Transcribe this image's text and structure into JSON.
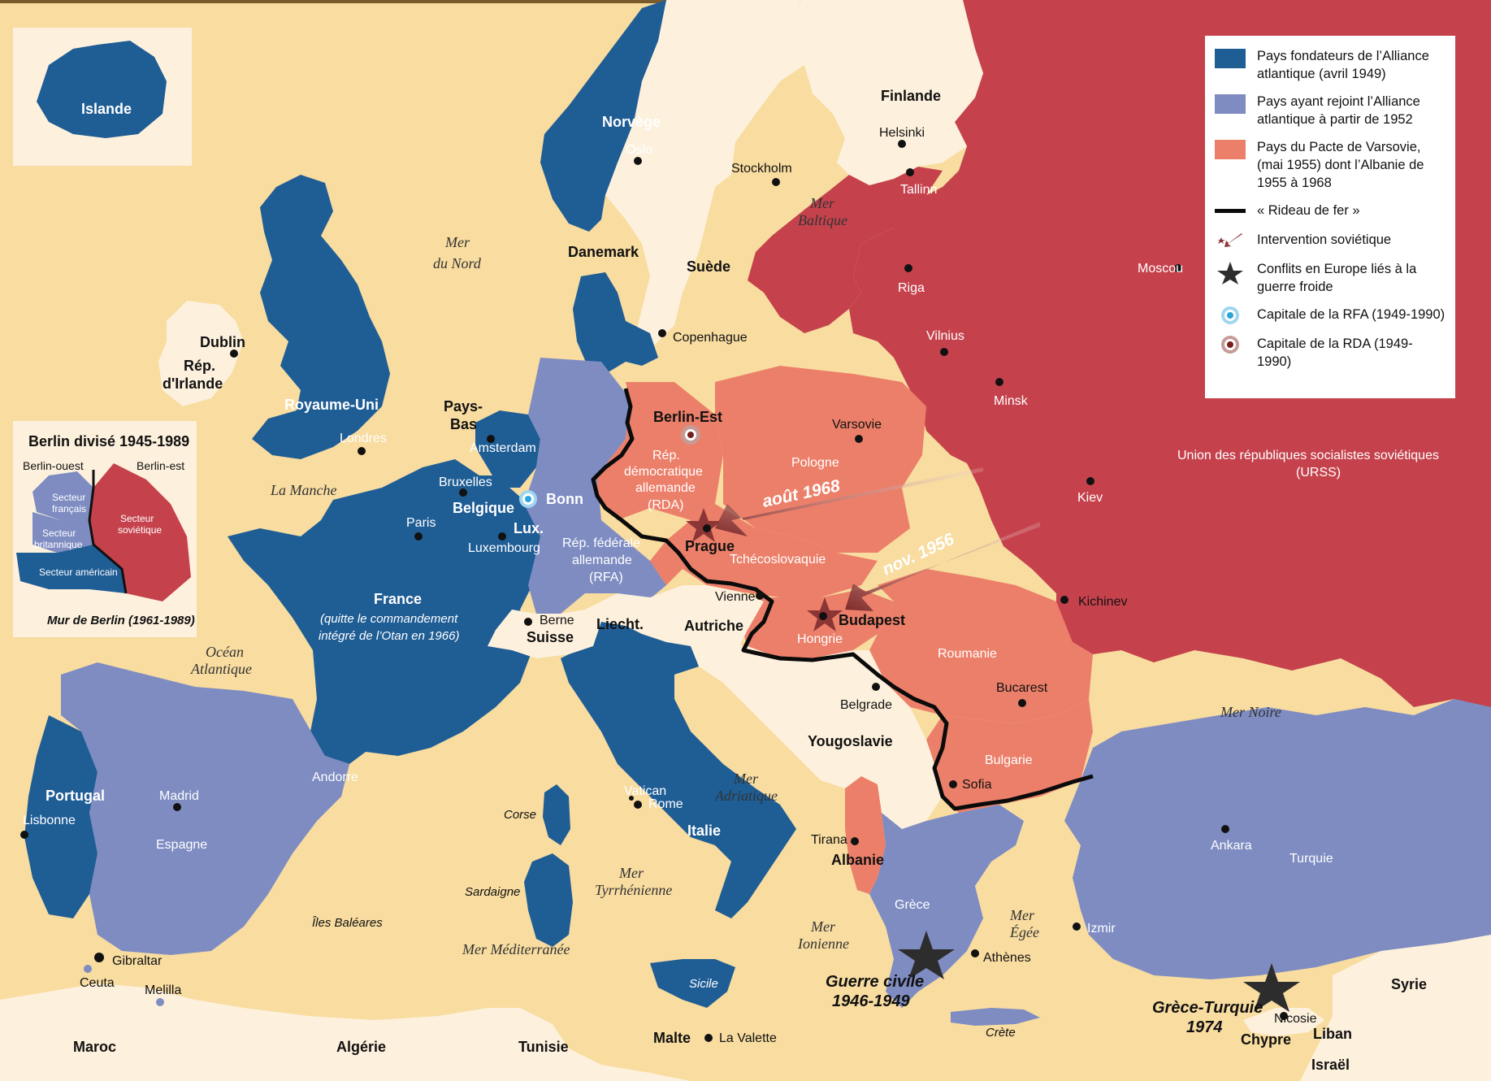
{
  "colors": {
    "founding": "#1f5d95",
    "joined": "#7e8cc2",
    "warsaw": "#ec7f69",
    "ussr": "#c5424d",
    "neutral": "#fdf1dd",
    "sea": "#f8dca0"
  },
  "legend": {
    "founding": "Pays fondateurs de l’Alliance atlantique (avril 1949)",
    "joined": "Pays ayant rejoint l’Alliance atlantique à partir de 1952",
    "warsaw": "Pays du Pacte de Varsovie, (mai 1955)  dont l’Albanie de 1955 à 1968",
    "iron_curtain": "« Rideau de fer »",
    "intervention": "Intervention soviétique",
    "conflicts": "Conflits en Europe liés à la guerre froide",
    "capital_rfa": "Capitale de la RFA (1949-1990)",
    "capital_rda": "Capitale de la RDA (1949-1990)"
  },
  "inset_iceland": {
    "label": "Islande"
  },
  "inset_berlin": {
    "title": "Berlin divisé 1945-1989",
    "west": "Berlin-ouest",
    "east": "Berlin-est",
    "fr1": "Secteur",
    "fr2": "français",
    "br1": "Secteur",
    "br2": "britannique",
    "so1": "Secteur",
    "so2": "soviétique",
    "us": "Secteur américain",
    "wall": "Mur de Berlin (1961-1989)"
  },
  "countries": {
    "norvege": "Norvège",
    "finlande": "Finlande",
    "suede": "Suède",
    "danemark": "Danemark",
    "irlande1": "Rép.",
    "irlande2": "d'Irlande",
    "ru": "Royaume-Uni",
    "pb1": "Pays-",
    "pb2": "Bas",
    "belgique": "Belgique",
    "lux": "Lux.",
    "france": "France",
    "france_note1": "(quitte le commandement",
    "france_note2": "intégré de l’Otan en 1966)",
    "rfa1": "Rép. fédérale",
    "rfa2": "allemande",
    "rfa3": "(RFA)",
    "rda1": "Rép.",
    "rda2": "démocratique",
    "rda3": "allemande",
    "rda4": "(RDA)",
    "pologne": "Pologne",
    "tchecoslovaquie": "Tchécoslovaquie",
    "hongrie": "Hongrie",
    "roumanie": "Roumanie",
    "bulgarie": "Bulgarie",
    "yougoslavie": "Yougoslavie",
    "albanie": "Albanie",
    "grece": "Grèce",
    "turquie": "Turquie",
    "urss1": "Union des républiques socialistes soviétiques",
    "urss2": "(URSS)",
    "suisse": "Suisse",
    "liecht": "Liecht.",
    "autriche": "Autriche",
    "italie": "Italie",
    "portugal": "Portugal",
    "espagne": "Espagne",
    "andorre": "Andorre",
    "maroc": "Maroc",
    "algerie": "Algérie",
    "tunisie": "Tunisie",
    "malte": "Malte",
    "syrie": "Syrie",
    "liban": "Liban",
    "israel": "Israël",
    "chypre": "Chypre",
    "vatican": "Vatican"
  },
  "cities": {
    "oslo": "Oslo",
    "helsinki": "Helsinki",
    "stockholm": "Stockholm",
    "tallinn": "Tallinn",
    "riga": "Riga",
    "moscou": "Moscou",
    "vilnius": "Vilnius",
    "minsk": "Minsk",
    "copenhague": "Copenhague",
    "dublin": "Dublin",
    "londres": "Londres",
    "amsterdam": "Amsterdam",
    "bruxelles": "Bruxelles",
    "bonn": "Bonn",
    "paris": "Paris",
    "luxembourg": "Luxembourg",
    "berlin_est": "Berlin-Est",
    "varsovie": "Varsovie",
    "kiev": "Kiev",
    "prague": "Prague",
    "vienne": "Vienne",
    "berne": "Berne",
    "budapest": "Budapest",
    "kichinev": "Kichinev",
    "bucarest": "Bucarest",
    "belgrade": "Belgrade",
    "sofia": "Sofia",
    "tirana": "Tirana",
    "athenes": "Athènes",
    "ankara": "Ankara",
    "izmir": "Izmir",
    "nicosie": "Nicosie",
    "madrid": "Madrid",
    "lisbonne": "Lisbonne",
    "rome": "Rome",
    "gibraltar": "Gibraltar",
    "ceuta": "Ceuta",
    "melilla": "Melilla",
    "la_valette": "La Valette"
  },
  "seas": {
    "nord1": "Mer",
    "nord2": "du Nord",
    "baltique1": "Mer",
    "baltique2": "Baltique",
    "manche": "La Manche",
    "atlantique1": "Océan",
    "atlantique2": "Atlantique",
    "noire": "Mer  Noire",
    "adriatique1": "Mer",
    "adriatique2": "Adriatique",
    "tyrrhenienne1": "Mer",
    "tyrrhenienne2": "Tyrrhénienne",
    "ionienne1": "Mer",
    "ionienne2": "Ionienne",
    "egee1": "Mer",
    "egee2": "Égée",
    "mediterranee": "Mer Méditerranée"
  },
  "islands": {
    "corse": "Corse",
    "sardaigne": "Sardaigne",
    "baleares": "Îles Baléares",
    "sicile": "Sicile",
    "crete": "Crète"
  },
  "events": {
    "aout1968": "août 1968",
    "nov1956": "nov. 1956",
    "grece1": "Guerre civile",
    "grece2": "1946-1949",
    "chypre1": "Grèce-Turquie",
    "chypre2": "1974"
  }
}
